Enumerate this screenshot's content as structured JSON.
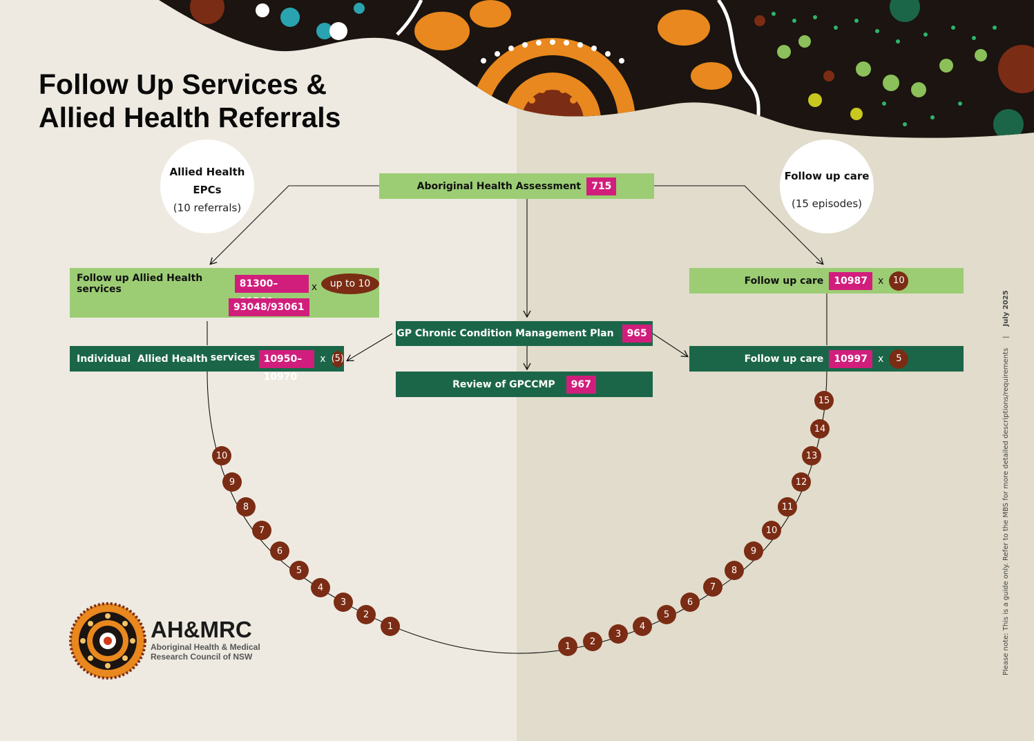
{
  "title": {
    "line1": "Follow Up Services &",
    "line2": "Allied Health Referrals"
  },
  "left_circle": {
    "title_line1": "Allied Health",
    "title_line2": "EPCs",
    "subtitle": "(10 referrals)"
  },
  "right_circle": {
    "title": "Follow up care",
    "subtitle": "(15 episodes)"
  },
  "aha": {
    "label": "Aboriginal Health Assessment",
    "code": "715"
  },
  "follow_ah": {
    "label": "Follow up Allied Health services",
    "code1": "81300–81360",
    "x": "x",
    "oval": "up to 10",
    "code2": "93048/93061"
  },
  "individual_ah": {
    "label_part1": "Individual  Allied",
    "label_part2": "Health",
    "label_part3": "services",
    "code": "10950–10970",
    "x": "x",
    "badge": "(5)"
  },
  "gpccmp": {
    "label": "GP Chronic Condition Management Plan",
    "code": "965"
  },
  "review": {
    "label": "Review of GPCCMP",
    "code": "967"
  },
  "fu_care_1": {
    "label": "Follow up care",
    "code": "10987",
    "x": "x",
    "badge": "10"
  },
  "fu_care_2": {
    "label": "Follow up care",
    "code": "10997",
    "x": "x",
    "badge": "5"
  },
  "left_dots": [
    "1",
    "2",
    "3",
    "4",
    "5",
    "6",
    "7",
    "8",
    "9",
    "10"
  ],
  "right_dots": [
    "1",
    "2",
    "3",
    "4",
    "5",
    "6",
    "7",
    "8",
    "9",
    "10",
    "11",
    "12",
    "13",
    "14",
    "15"
  ],
  "logo": {
    "name": "AH&MRC",
    "sub1": "Aboriginal Health & Medical",
    "sub2": "Research Council of NSW"
  },
  "side_note": {
    "text": "Please note: This is a guide only. Refer to the MBS for more detailed descriptions/requirements",
    "separator": "|",
    "date": "July 2025"
  },
  "colors": {
    "light_green": "#9ccd74",
    "dark_green": "#1b6649",
    "magenta": "#d11e7c",
    "brown": "#7b2c14",
    "bg_left": "#eeeae1",
    "bg_right": "#e1dccb"
  }
}
